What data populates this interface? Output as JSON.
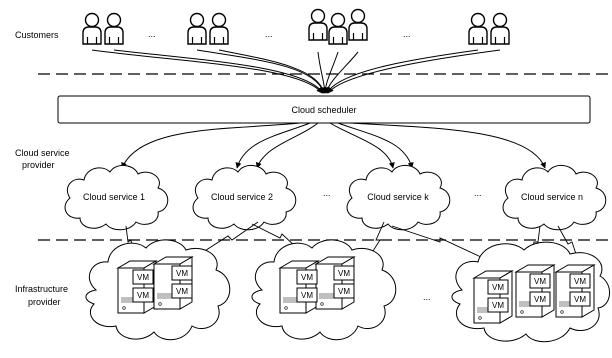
{
  "layers": {
    "customers": "Customers",
    "provider_line1": "Cloud service",
    "provider_line2": "provider",
    "infra_line1": "Infrastructure",
    "infra_line2": "provider"
  },
  "scheduler": {
    "label": "Cloud scheduler"
  },
  "services": [
    {
      "label": "Cloud service 1"
    },
    {
      "label": "Cloud service 2"
    },
    {
      "label": "Cloud service k"
    },
    {
      "label": "Cloud service n"
    }
  ],
  "ellipsis": "...",
  "vm_label": "VM"
}
